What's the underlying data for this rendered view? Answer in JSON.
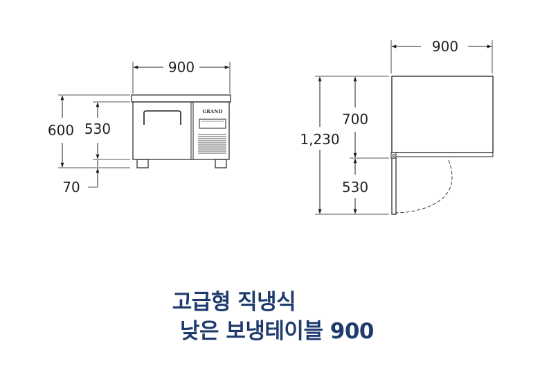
{
  "front_view": {
    "width_label": "900",
    "total_height_label": "600",
    "body_height_label": "530",
    "leg_height_label": "70",
    "brand_label": "GRAND"
  },
  "side_view": {
    "depth_label": "900",
    "total_height_label": "1,230",
    "door_open_label": "700",
    "body_height_label": "530"
  },
  "caption": {
    "line1": "고급형 직냉식",
    "line2": "낮은 보냉테이블 900"
  },
  "colors": {
    "line": "#231f20",
    "caption": "#1f3b6e"
  }
}
